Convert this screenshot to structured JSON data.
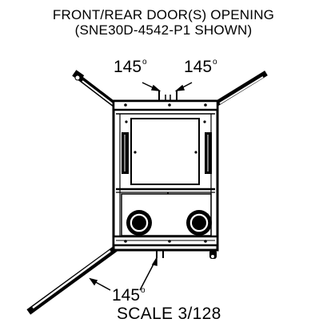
{
  "title_line1": "FRONT/REAR DOOR(S) OPENING",
  "title_line2": "(SNE30D-4542-P1 SHOWN)",
  "angles": {
    "top_left": "145",
    "top_right": "145",
    "bottom": "145",
    "degree_symbol": "o"
  },
  "scale_label": "SCALE  3/128"
}
